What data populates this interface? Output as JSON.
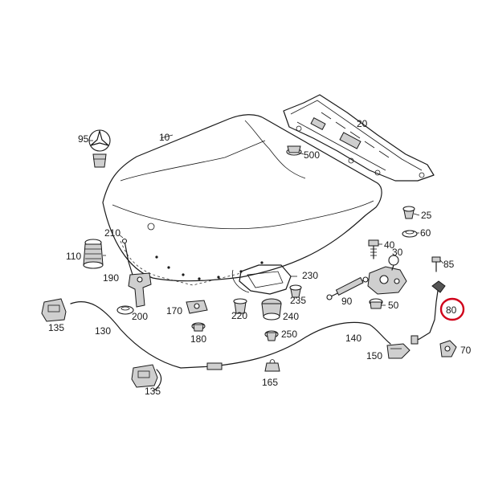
{
  "diagram": {
    "callouts": [
      {
        "id": "10",
        "label": "10"
      },
      {
        "id": "20",
        "label": "20"
      },
      {
        "id": "25",
        "label": "25"
      },
      {
        "id": "30",
        "label": "30"
      },
      {
        "id": "40",
        "label": "40"
      },
      {
        "id": "50",
        "label": "50"
      },
      {
        "id": "60",
        "label": "60"
      },
      {
        "id": "70",
        "label": "70"
      },
      {
        "id": "80",
        "label": "80"
      },
      {
        "id": "85",
        "label": "85"
      },
      {
        "id": "90",
        "label": "90"
      },
      {
        "id": "95",
        "label": "95"
      },
      {
        "id": "110",
        "label": "110"
      },
      {
        "id": "130",
        "label": "130"
      },
      {
        "id": "135a",
        "label": "135"
      },
      {
        "id": "135b",
        "label": "135"
      },
      {
        "id": "140",
        "label": "140"
      },
      {
        "id": "150",
        "label": "150"
      },
      {
        "id": "165",
        "label": "165"
      },
      {
        "id": "170",
        "label": "170"
      },
      {
        "id": "180",
        "label": "180"
      },
      {
        "id": "190",
        "label": "190"
      },
      {
        "id": "200",
        "label": "200"
      },
      {
        "id": "210",
        "label": "210"
      },
      {
        "id": "220",
        "label": "220"
      },
      {
        "id": "230",
        "label": "230"
      },
      {
        "id": "235",
        "label": "235"
      },
      {
        "id": "240",
        "label": "240"
      },
      {
        "id": "250",
        "label": "250"
      },
      {
        "id": "500",
        "label": "500"
      }
    ],
    "highlighted_callout": "80",
    "colors": {
      "line": "#1a1a1a",
      "highlight": "#d0021b",
      "background": "#ffffff"
    }
  }
}
